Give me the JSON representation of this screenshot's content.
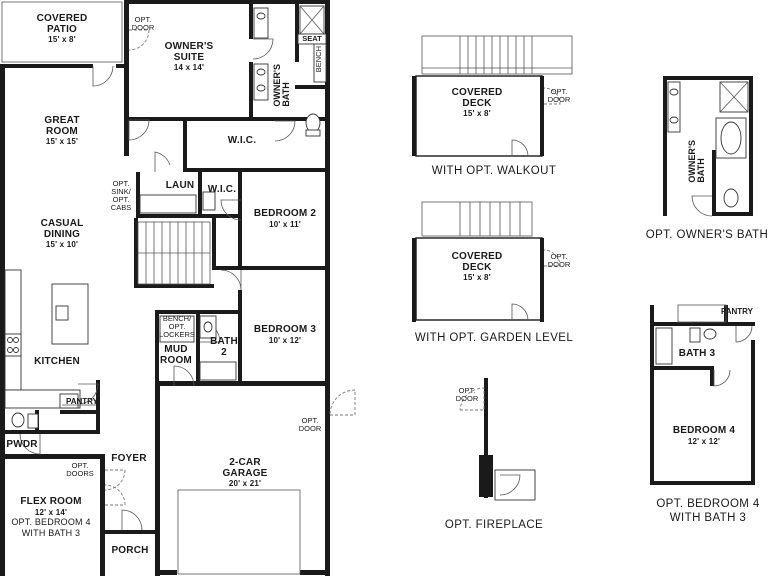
{
  "rooms": {
    "covered_patio": {
      "name": "COVERED\nPATIO",
      "dim": "15' x 8'"
    },
    "owners_suite": {
      "name": "OWNER'S\nSUITE",
      "dim": "14 x 14'"
    },
    "owners_bath": {
      "name": "OWNER'S\nBATH"
    },
    "great_room": {
      "name": "GREAT\nROOM",
      "dim": "15' x 15'"
    },
    "wic_main": {
      "name": "W.I.C."
    },
    "laun": {
      "name": "LAUN"
    },
    "wic_small": {
      "name": "W.I.C."
    },
    "bedroom2": {
      "name": "BEDROOM 2",
      "dim": "10' x 11'"
    },
    "casual_dining": {
      "name": "CASUAL\nDINING",
      "dim": "15' x 10'"
    },
    "bedroom3": {
      "name": "BEDROOM 3",
      "dim": "10' x 12'"
    },
    "bath2": {
      "name": "BATH\n2"
    },
    "mud_room": {
      "name": "MUD\nROOM"
    },
    "kitchen": {
      "name": "KITCHEN"
    },
    "pantry": {
      "name": "PANTRY"
    },
    "pwdr": {
      "name": "PWDR"
    },
    "foyer": {
      "name": "FOYER"
    },
    "garage": {
      "name": "2-CAR\nGARAGE",
      "dim": "20' x 21'"
    },
    "flex_room": {
      "name": "FLEX ROOM",
      "dim": "12' x 14'",
      "alt": "OPT. BEDROOM 4\nWITH BATH 3"
    },
    "porch": {
      "name": "PORCH"
    }
  },
  "notes": {
    "opt_door_suite": "OPT.\nDOOR",
    "seat": "SEAT",
    "bench": "BENCH",
    "opt_sink": "OPT.\nSINK/\nOPT.\nCABS",
    "bench_lockers": "BENCH/\nOPT.\nLOCKERS",
    "opt_door_garage": "OPT.\nDOOR",
    "opt_doors_flex": "OPT.\nDOORS"
  },
  "options": {
    "walkout": {
      "room": "COVERED\nDECK",
      "dim": "15' x 8'",
      "door": "OPT.\nDOOR",
      "caption": "WITH OPT. WALKOUT"
    },
    "garden": {
      "room": "COVERED\nDECK",
      "dim": "15' x 8'",
      "door": "OPT.\nDOOR",
      "caption": "WITH OPT. GARDEN LEVEL"
    },
    "owners_bath": {
      "room": "OWNER'S\nBATH",
      "caption": "OPT. OWNER'S BATH"
    },
    "fireplace": {
      "door": "OPT.\nDOOR",
      "caption": "OPT. FIREPLACE"
    },
    "bedroom4": {
      "bath": "BATH 3",
      "pantry": "PANTRY",
      "room": "BEDROOM 4",
      "dim": "12' x 12'",
      "caption": "OPT. BEDROOM 4\nWITH BATH 3"
    }
  }
}
